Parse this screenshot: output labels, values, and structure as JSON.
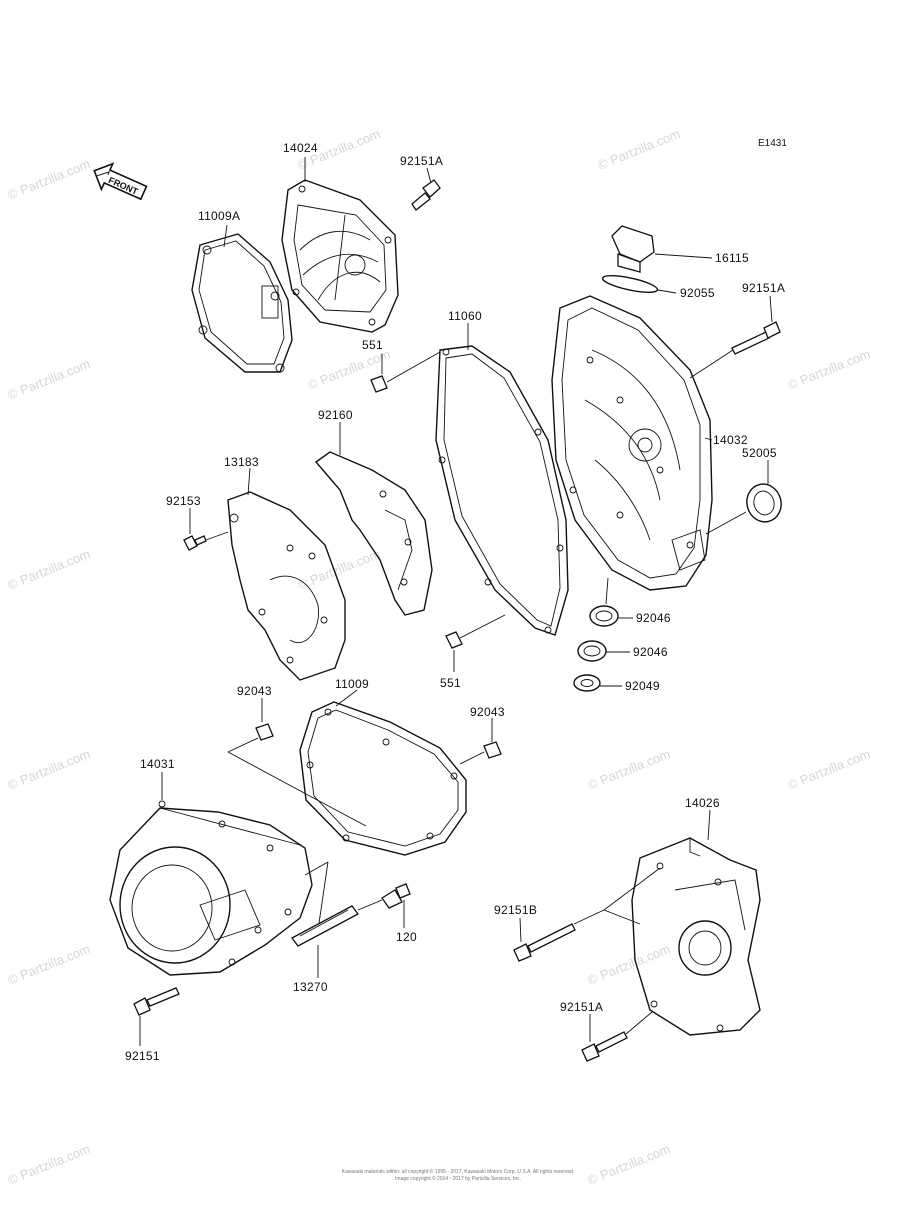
{
  "diagram": {
    "code": "E1431",
    "front_label": "FRONT",
    "watermark": "© Partzilla.com",
    "footer_line1": "Kawasaki materials within: all copyright © 1995 - 2017, Kawasaki Motors Corp. U.S.A. All rights reserved.",
    "footer_line2": "Image copyright © 2014 - 2017 by Partzilla Services, Inc.",
    "labels": {
      "p14024": "14024",
      "p92151A_top": "92151A",
      "p11009A": "11009A",
      "p16115": "16115",
      "p92055": "92055",
      "p92151A_right": "92151A",
      "p11060": "11060",
      "p551_top": "551",
      "p14032": "14032",
      "p92160": "92160",
      "p13183": "13183",
      "p52005": "52005",
      "p92153": "92153",
      "p92046_a": "92046",
      "p92046_b": "92046",
      "p551_bottom": "551",
      "p92049": "92049",
      "p92043_left": "92043",
      "p11009": "11009",
      "p92043_right": "92043",
      "p14031": "14031",
      "p14026": "14026",
      "p92151B": "92151B",
      "p120": "120",
      "p13270": "13270",
      "p92151A_bottom": "92151A",
      "p92151": "92151"
    }
  }
}
